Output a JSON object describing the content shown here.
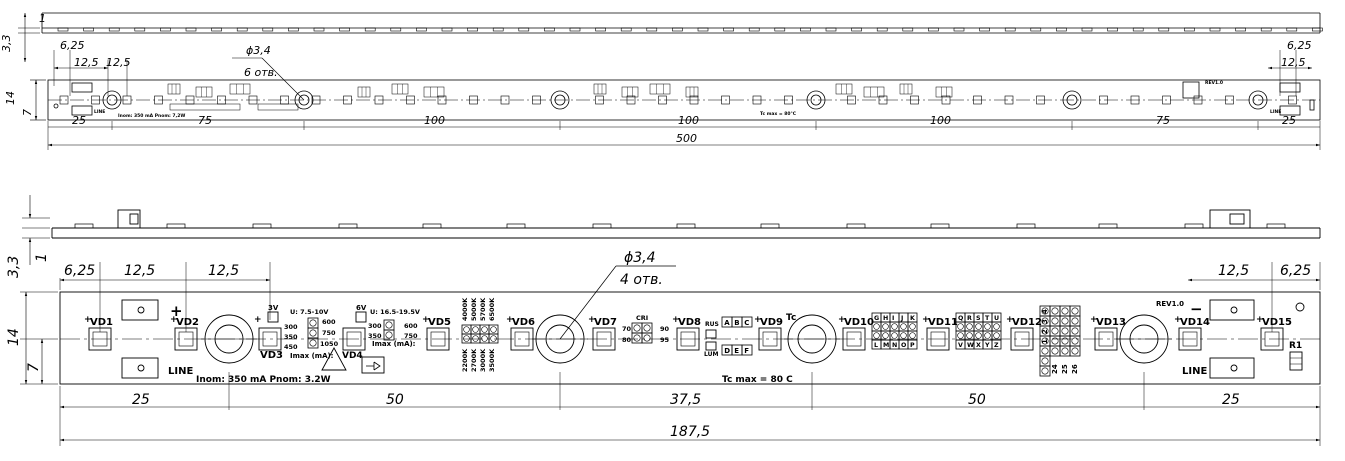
{
  "top_view": {
    "dims": {
      "d_3_3": "3,3",
      "d_1": "1",
      "d_6_25_left": "6,25",
      "d_12_5_a": "12,5",
      "d_12_5_b": "12,5",
      "d_hole": "ϕ3,4",
      "d_holes_count": "6 отв.",
      "d_14": "14",
      "d_7": "7",
      "d_6_25_right": "6,25",
      "d_12_5_right": "12,5",
      "segments": [
        "25",
        "75",
        "100",
        "100",
        "100",
        "75",
        "25"
      ],
      "total": "500"
    },
    "labels": {
      "inom": "Inom: 350 mA  Pnom: 7,2W",
      "tc": "Tc max = 80°C",
      "rev": "REV1.0",
      "line_left": "LINE",
      "line_right": "LINE"
    }
  },
  "bottom_view": {
    "dims": {
      "d_3_3": "3,3",
      "d_1": "1",
      "d_6_25_left": "6,25",
      "d_12_5_a": "12,5",
      "d_12_5_b": "12,5",
      "d_hole": "ϕ3,4",
      "d_holes_count": "4 отв.",
      "d_12_5_right": "12,5",
      "d_6_25_right": "6,25",
      "d_14": "14",
      "d_7": "7",
      "seg_25_left": "25",
      "seg_50_a": "50",
      "seg_37_5": "37,5",
      "seg_50_b": "50",
      "seg_25_right": "25",
      "total": "187,5"
    },
    "leds": [
      "VD1",
      "VD2",
      "VD3",
      "VD5",
      "VD6",
      "VD7",
      "VD8",
      "VD9",
      "VD10",
      "VD11",
      "VD12",
      "VD13",
      "VD14",
      "VD15"
    ],
    "labels": {
      "vd4": "VD4",
      "plus": "+",
      "minus": "−",
      "line_left": "LINE",
      "line_right": "LINE",
      "inom": "Inom: 350 mA  Pnom: 3.2W",
      "tc_label": "Tc",
      "tc_max": "Tc max = 80 C",
      "rev": "REV1.0",
      "r1": "R1",
      "v3": "3V",
      "v6": "6V",
      "u1": "U: 7.5-10V",
      "u2": "U: 16.5-19.5V",
      "imax1": "Imax (mA):",
      "imax2": "Imax (mA):",
      "cri": "CRI",
      "rus": "RUS",
      "lum": "LUM"
    },
    "imax_left": {
      "left": [
        "300",
        "350",
        "450"
      ],
      "right": [
        "600",
        "750",
        "1050"
      ]
    },
    "imax_right": {
      "left": [
        "300",
        "350"
      ],
      "right": [
        "600",
        "750"
      ]
    },
    "cct_top": [
      "4000K",
      "5000K",
      "5700K",
      "6500K"
    ],
    "cct_bottom": [
      "2200K",
      "2700K",
      "3000K",
      "3500K"
    ],
    "cri_values": {
      "left": [
        "70",
        "80"
      ],
      "right": [
        "90",
        "95"
      ]
    },
    "letters_abc": [
      "A",
      "B",
      "C",
      "D",
      "E",
      "F"
    ],
    "letters_ghijk": [
      "G",
      "H",
      "I",
      "J",
      "K"
    ],
    "letters_lmnop": [
      "L",
      "M",
      "N",
      "O",
      "P"
    ],
    "letters_qrstu": [
      "Q",
      "R",
      "S",
      "T",
      "U"
    ],
    "letters_vwxyz": [
      "V",
      "W",
      "X",
      "Y",
      "Z"
    ],
    "numbers_1234": [
      "1",
      "2",
      "3",
      "4"
    ],
    "numbers_24_26": [
      "24",
      "25",
      "26"
    ]
  }
}
